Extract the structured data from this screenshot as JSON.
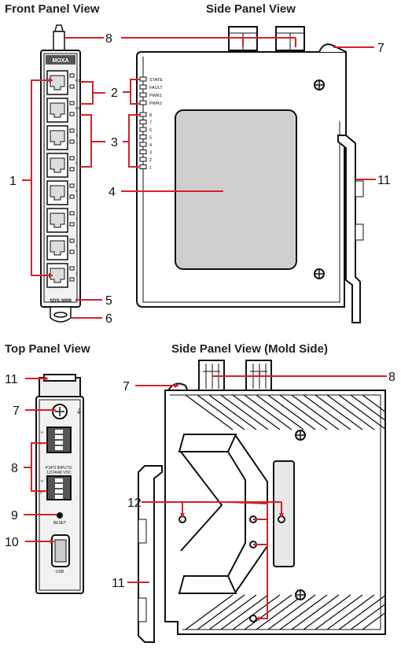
{
  "titles": {
    "front": "Front Panel View",
    "side": "Side Panel View",
    "top": "Top Panel View",
    "mold": "Side Panel View (Mold Side)"
  },
  "device": {
    "brand": "MOXA",
    "model": "SDS-3008",
    "led_labels": [
      "STATE",
      "FAULT",
      "PWR1",
      "PWR2"
    ],
    "port_numbers": [
      "8",
      "7",
      "6",
      "5",
      "4",
      "3",
      "2",
      "1"
    ],
    "front_port_labels": [
      "P1",
      "P2",
      "7",
      "6",
      "5",
      "4",
      "3",
      "2"
    ],
    "power_input_text": [
      "P1/P2 INPUTS:",
      "12/24/48 VDC"
    ],
    "terminal_labels": [
      "V-",
      "V+",
      "V-",
      "V+"
    ],
    "reset_label": "RESET",
    "usb_label": "USB",
    "ground_symbol": "⏚"
  },
  "callouts": {
    "c1": "1",
    "c2": "2",
    "c3": "3",
    "c4": "4",
    "c5": "5",
    "c6": "6",
    "c7": "7",
    "c8": "8",
    "c11": "11",
    "t7": "7",
    "t8": "8",
    "t9": "9",
    "t10": "10",
    "t11": "11",
    "m7": "7",
    "m8": "8",
    "m11": "11",
    "m12": "12"
  },
  "colors": {
    "callout": "#d2232a",
    "outline": "#111111",
    "panel": "#ffffff",
    "window": "#cfcfcf",
    "front_body": "#e9e9e9"
  }
}
